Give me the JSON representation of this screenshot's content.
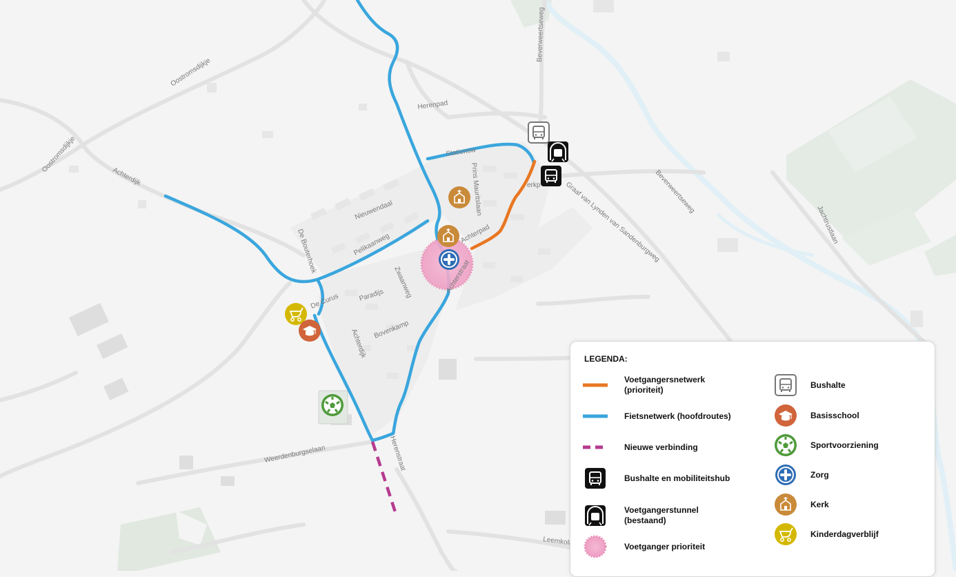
{
  "map": {
    "streets": {
      "oostromsdijkje_1": "Oostromsdijkje",
      "oostromsdijkje_2": "Oostromsdijkje",
      "achterdijk_west": "Achterdijk",
      "herenpad": "Herenpad",
      "beverweertseweg_north": "Beverweertseweg",
      "beverweertseweg_east": "Beverweertseweg",
      "graaf": "Graaf van Lynden van Sandenburgweg",
      "jachtrustlaan": "Jachtrustlaan",
      "prins_mauritslaan": "Prins Mauritslaan",
      "nieuwendaal": "Nieuwendaal",
      "de_bouterhoek": "De Bouterhoek",
      "pelikaanweg": "Pelikaanweg",
      "achterpad": "Achterpad",
      "achterstraat": "Achterstraat",
      "zwaanweg": "Zwaanweg",
      "paradijs": "Paradijs",
      "de_curus": "De Curus",
      "bovenkamp": "Bovenkamp",
      "achterdijk_south": "Achterdijk",
      "herenstraat": "Herenstraat",
      "weerdenburgselaan": "Weerdenburgselaan",
      "leemkolk": "Leemkolk",
      "stationsweg_partial": "Stationsw",
      "kerkpad_partial": "erkp"
    }
  },
  "legend": {
    "title": "LEGENDA:",
    "items": [
      {
        "id": "voetgangersnetwerk",
        "label": "Voetgangersnetwerk\n(prioriteit)",
        "color": "#e87722"
      },
      {
        "id": "fietsnetwerk",
        "label": "Fietsnetwerk (hoofdroutes)",
        "color": "#3aa6dd"
      },
      {
        "id": "nieuwe-verbinding",
        "label": "Nieuwe verbinding",
        "color": "#b63b8f"
      },
      {
        "id": "bushalte-mobiliteitshub",
        "label": "Bushalte en mobiliteitshub",
        "icon": "bus-hub-icon"
      },
      {
        "id": "voetgangerstunnel",
        "label": "Voetgangerstunnel\n(bestaand)",
        "icon": "tunnel-icon"
      },
      {
        "id": "voetganger-prioriteit",
        "label": "Voetganger prioriteit",
        "color": "#f0a6c8"
      },
      {
        "id": "bushalte",
        "label": "Bushalte",
        "icon": "bus-stop-icon"
      },
      {
        "id": "basisschool",
        "label": "Basisschool",
        "icon": "school-icon",
        "color": "#d0643a"
      },
      {
        "id": "sportvoorziening",
        "label": "Sportvoorziening",
        "icon": "soccer-ball-icon",
        "color": "#4e9a3a"
      },
      {
        "id": "zorg",
        "label": "Zorg",
        "icon": "health-cross-icon",
        "color": "#2f6db5"
      },
      {
        "id": "kerk",
        "label": "Kerk",
        "icon": "church-icon",
        "color": "#c98a3a"
      },
      {
        "id": "kinderdagverblijf",
        "label": "Kinderdagverblijf",
        "icon": "stroller-icon",
        "color": "#d4b800"
      }
    ]
  }
}
